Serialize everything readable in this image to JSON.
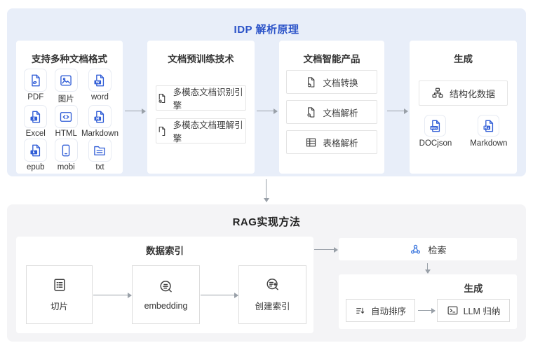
{
  "palette": {
    "panel_blue_bg": "#e8eef9",
    "panel_gray_bg": "#f4f4f6",
    "accent_blue": "#2a52c8",
    "icon_blue": "#2f5cd6",
    "retrieval_icon_blue": "#3370dc",
    "arrow_gray": "#99a0a8",
    "box_border": "#e4e4e4",
    "text_dark": "#333333"
  },
  "idp_section": {
    "title": "IDP 解析原理",
    "formats_card": {
      "title": "支持多种文档格式",
      "items": [
        {
          "label": "PDF",
          "icon": "pdf-file-icon"
        },
        {
          "label": "图片",
          "icon": "image-file-icon"
        },
        {
          "label": "word",
          "icon": "word-file-icon"
        },
        {
          "label": "Excel",
          "icon": "excel-file-icon"
        },
        {
          "label": "HTML",
          "icon": "html-file-icon"
        },
        {
          "label": "Markdown",
          "icon": "markdown-file-icon"
        },
        {
          "label": "epub",
          "icon": "epub-file-icon"
        },
        {
          "label": "mobi",
          "icon": "mobi-device-icon"
        },
        {
          "label": "txt",
          "icon": "txt-file-icon"
        }
      ]
    },
    "pretrain_card": {
      "title": "文档预训练技术",
      "items": [
        {
          "label": "多模态文档识别引擎",
          "icon": "doc-recognize-icon"
        },
        {
          "label": "多模态文档理解引擎",
          "icon": "doc-understand-icon"
        }
      ]
    },
    "products_card": {
      "title": "文档智能产品",
      "items": [
        {
          "label": "文档转换",
          "icon": "doc-convert-icon"
        },
        {
          "label": "文档解析",
          "icon": "doc-parse-icon"
        },
        {
          "label": "表格解析",
          "icon": "table-parse-icon"
        }
      ]
    },
    "generate_card": {
      "title": "生成",
      "structured_box": {
        "label": "结构化数据",
        "icon": "structure-icon"
      },
      "outputs": [
        {
          "label": "DOCjson",
          "icon": "docjson-file-icon"
        },
        {
          "label": "Markdown",
          "icon": "markdown-file-icon"
        }
      ]
    }
  },
  "rag_section": {
    "title": "RAG实现方法",
    "indexing_card": {
      "title": "数据索引",
      "steps": [
        {
          "label": "切片",
          "icon": "slice-icon"
        },
        {
          "label": "embedding",
          "icon": "embedding-icon"
        },
        {
          "label": "创建索引",
          "icon": "create-index-icon"
        }
      ]
    },
    "retrieval_card": {
      "label": "检索",
      "icon": "retrieval-cluster-icon"
    },
    "generation_card": {
      "title": "生成",
      "steps": [
        {
          "label": "自动排序",
          "icon": "auto-sort-icon"
        },
        {
          "label": "LLM 归纳",
          "icon": "llm-terminal-icon"
        }
      ]
    }
  }
}
